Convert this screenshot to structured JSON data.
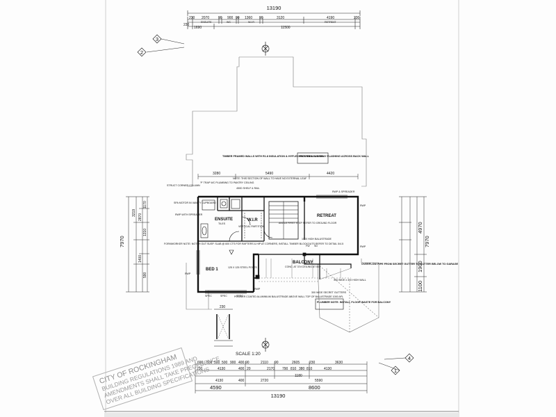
{
  "drawing": {
    "overall_dimension_top": "13190",
    "overall_dimension_bottom": "13190",
    "top_dims_row1": [
      "230",
      "2070",
      "90",
      "900",
      "90",
      "1360",
      "90",
      "3120",
      "4190",
      "230"
    ],
    "top_dims_row1_labels": [
      "ENSUITE",
      "WC",
      "W.I.R",
      "RETREAT"
    ],
    "top_dims_row2": [
      "230",
      "1690",
      "11500"
    ],
    "plan_dims": [
      "3280",
      "5490",
      "4420"
    ],
    "left_dims_outer": "7970",
    "right_dims_outer": "7970",
    "right_dims_inner": [
      "4970",
      "1900",
      "1100"
    ],
    "left_dims_inner": [
      "3219",
      "2870",
      "1170",
      "1310",
      "1400",
      "590"
    ],
    "bottom_dims_row1": [
      "690",
      "500",
      "500",
      "500",
      "900",
      "400",
      "90",
      "2110",
      "90",
      "2605",
      "230",
      "3630"
    ],
    "bottom_dims_row2": [
      "230",
      "4130",
      "400",
      "20",
      "2170",
      "790",
      "810",
      "380",
      "810",
      "4130"
    ],
    "bottom_dims_row3": [
      "4130",
      "400",
      "2720",
      "1180",
      "5590"
    ],
    "bottom_dims_row4": [
      "4590",
      "8600"
    ],
    "gridline_markers": [
      "3",
      "2",
      "1",
      "4"
    ],
    "rooms": {
      "ensuite": "ENSUITE",
      "ensuite_sub": "TILES",
      "wir": "W.I.R",
      "retreat": "RETREAT",
      "bed1": "BED 1",
      "balcony": "BALCONY",
      "balcony_sub": "CONC. AT 37d CEILING AT 50c"
    },
    "notes": {
      "timber_frame": "TIMBER FRAMED WALLS WITH R1.8 INSULATION & HYFLEX EXTERNAL LINING",
      "provide_lead": "PROVIDE LEAD TRAY FLASHING ACROSS BACK WALL",
      "wall_section": "NOTE :THIS SECTION OF WALL TO HAVE NO EXTERNAL LEAF",
      "trap": "'P' TRAP WC PLUMBING TO PANTRY CEILING",
      "shelf": "450D SHELF & RAIL",
      "struct_corner": "STRUCT CORNER COLUMN",
      "spa_motor": "SPA MOTOR IN VANITY CUPBOARD",
      "rwp_spreader": "RWP WITH SPREADER",
      "formworker": "FORMWORKER NOTE: NOTCH OUT SUSP. SLAB @ 600 CTS FOR RAFTERS & HIP AT CORNERS, INSTALL TIMBER BLOCKOUTS REFER TO DETAIL 5/4.5",
      "vertical_partition": "VERTICAL PARTITION",
      "angle_first": "ANGLE FIRST STEP REFER TO GROUND FLOOR",
      "balustrade": "1000 HIGH BALUSTRADE",
      "steel_posts": "125 X 125 STEEL POSTS",
      "rwp_spreader2": "RWP & SPREADER",
      "overflow": "OVERFLOW PIPE FROM SECRET GUTTER TO GUTTER BELOW TO GARAGE",
      "secret_gutter": "300 WIDE SECRET GUTTERS",
      "high_wall": "300 WIDE x 300 HIGH WALL",
      "powder_coated": "POWDER COATED ALUMINIUM BALUSTRADE ABOVE WALL TOP OF BALUSTRADE 1000 AFL",
      "plumber": "PLUMBER NOTE: INSTALL FLOOR WASTE FOR BALCONY",
      "rwp": "RWP",
      "spec": "SPEC",
      "fw": "FW",
      "sd": "SD"
    },
    "scale": "SCALE 1:20",
    "stamp": {
      "line1": "CITY OF ROCKINGHAM",
      "line2": "BUILDING REGULATIONS 1989 AND",
      "line3": "AMENDMENTS SHALL TAKE PRECEDENCE",
      "line4": "OVER ALL BUILDING SPECIFICATIONS"
    }
  }
}
